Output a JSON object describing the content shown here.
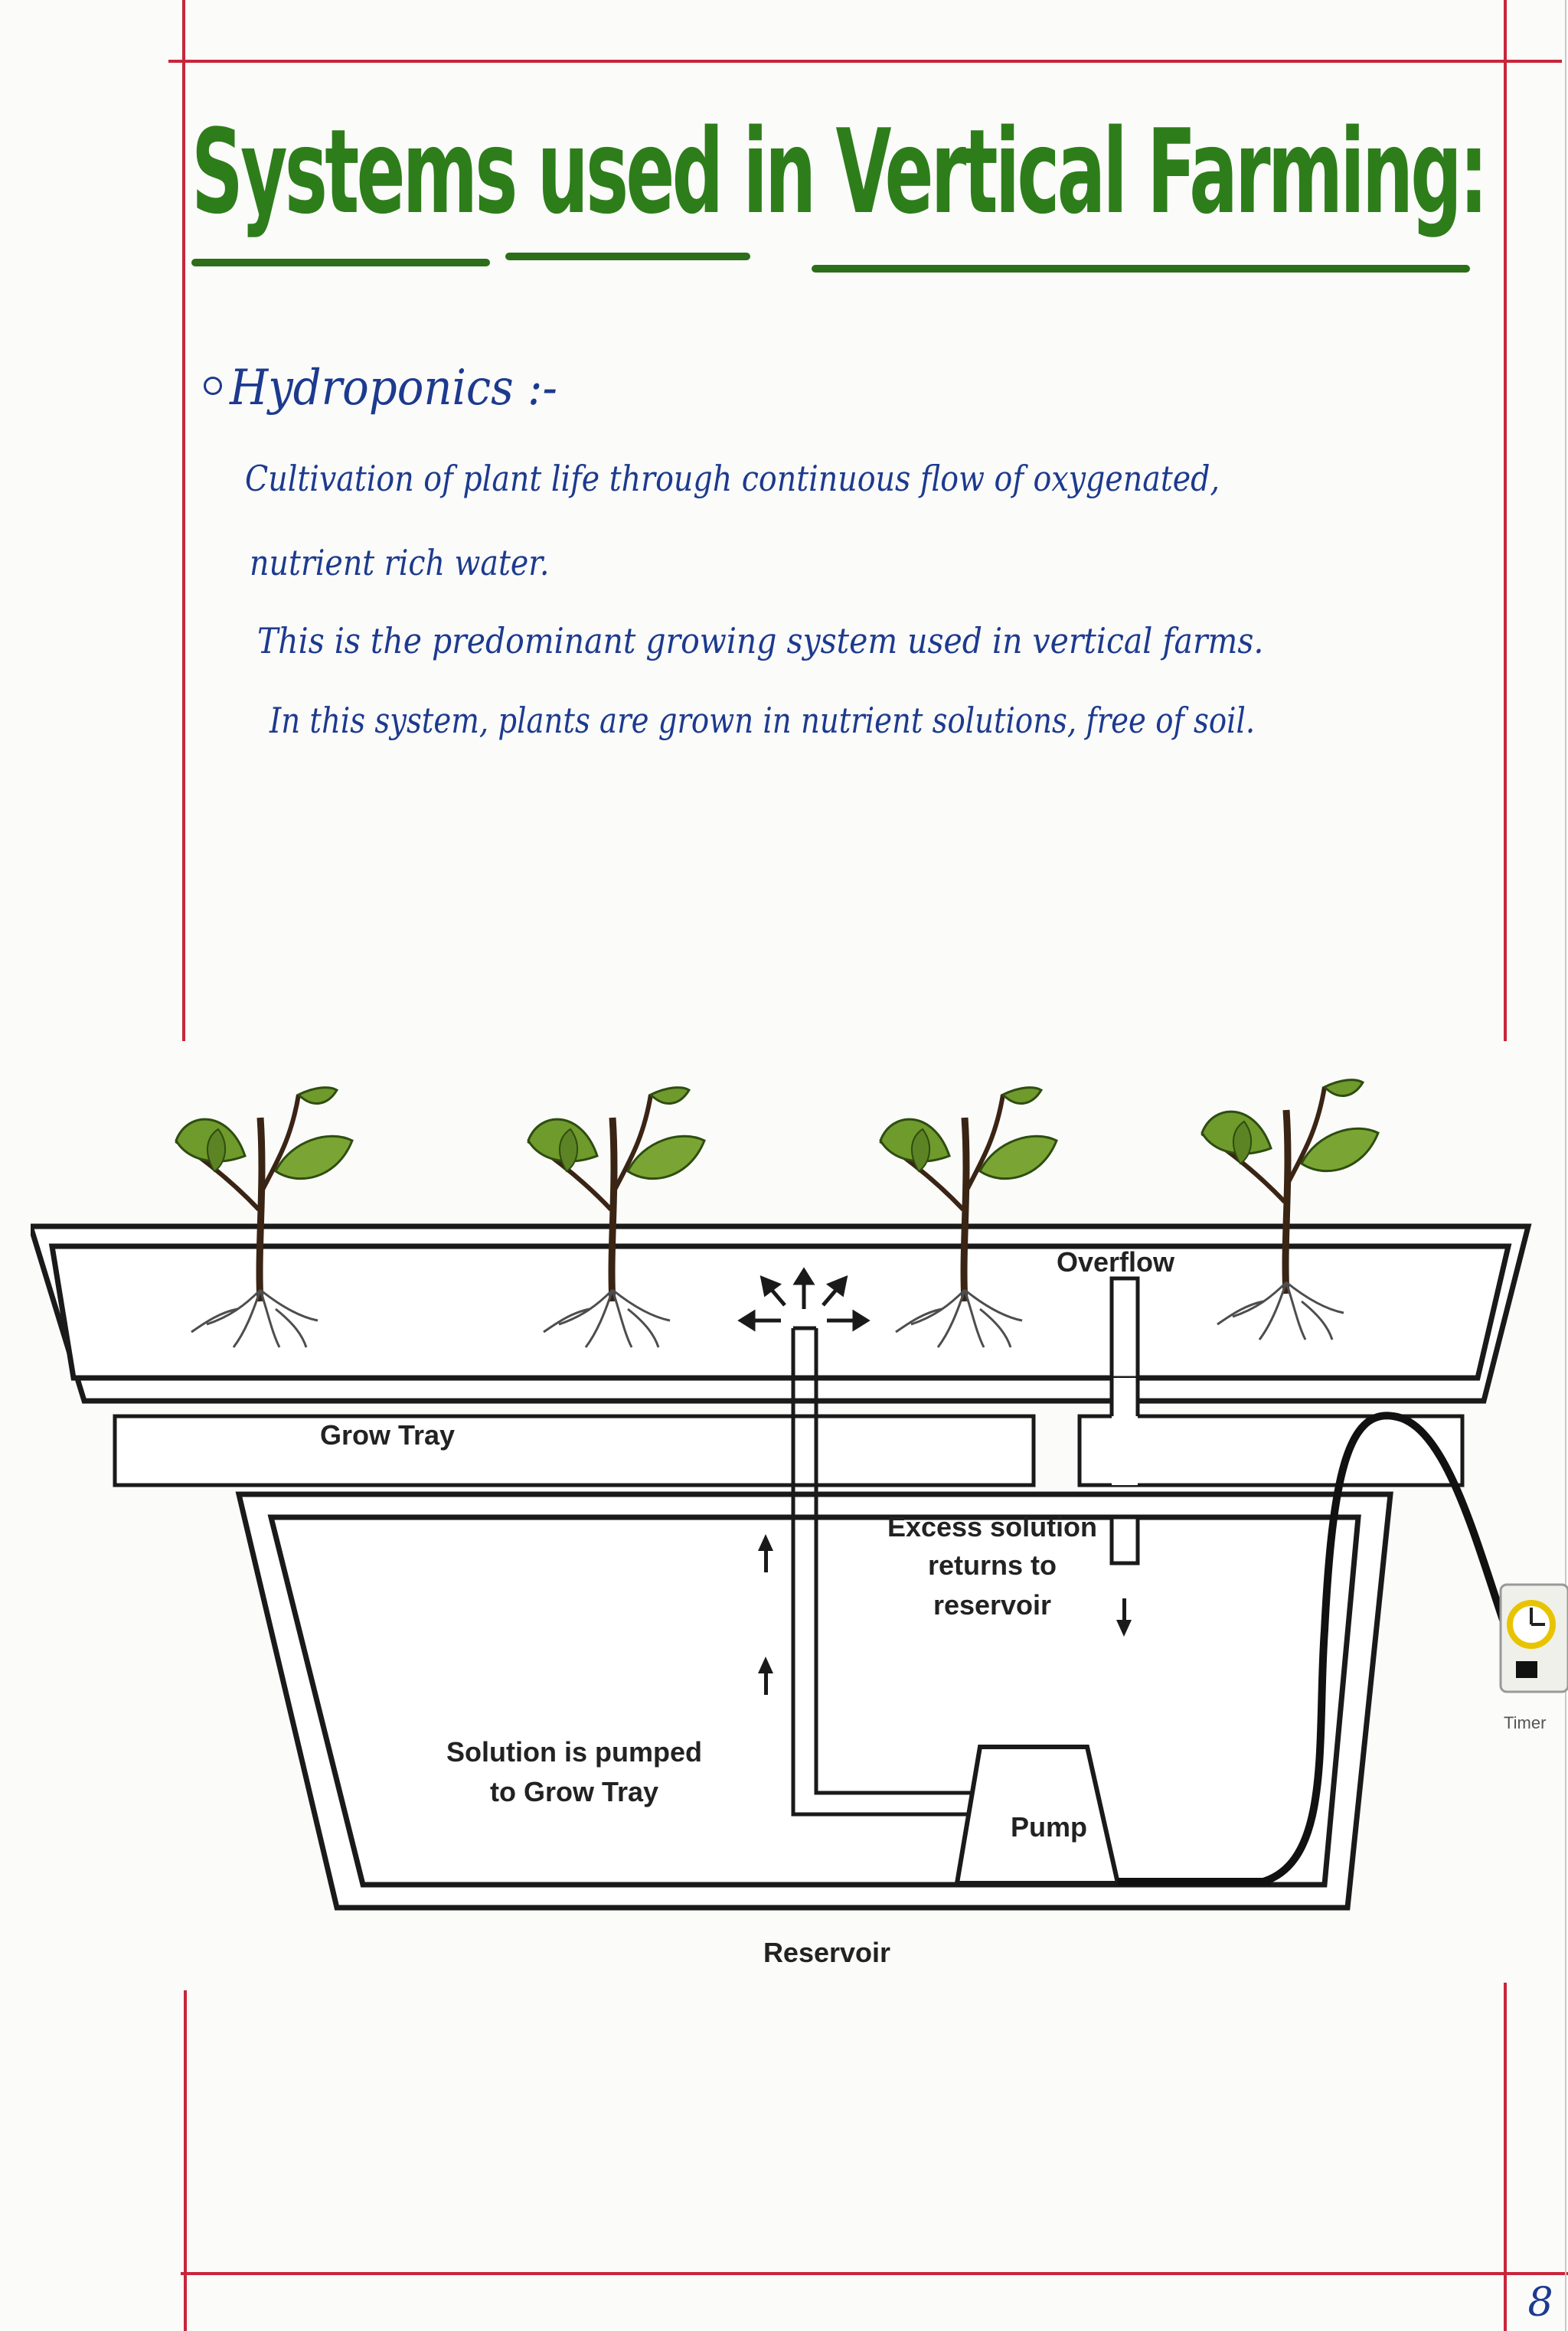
{
  "page": {
    "title": "Systems used in Vertical Farming:",
    "page_number": "8"
  },
  "section": {
    "heading": "Hydroponics :-",
    "lines": [
      "Cultivation of plant life through continuous flow of oxygenated,",
      "nutrient rich water.",
      "This is the predominant growing system used in vertical farms.",
      "In this system, plants are grown in nutrient solutions, free of soil."
    ]
  },
  "diagram": {
    "labels": {
      "overflow": "Overflow",
      "grow_tray": "Grow Tray",
      "excess_line1": "Excess solution",
      "excess_line2": "returns to",
      "excess_line3": "reservoir",
      "pumped_line1": "Solution is pumped",
      "pumped_line2": "to Grow Tray",
      "pump": "Pump",
      "reservoir": "Reservoir",
      "timer": "Timer"
    },
    "icons": [
      "seedling-icon",
      "timer-icon",
      "arrow-up-icon",
      "arrow-down-icon",
      "spray-arrows-icon"
    ],
    "colors": {
      "leaf": "#6f9a2c",
      "stem": "#3a2414",
      "line": "#1a1a1a"
    }
  },
  "colors": {
    "title_green": "#2e7d1b",
    "ink_blue": "#1c3a8e",
    "margin_red": "#c8253a"
  }
}
